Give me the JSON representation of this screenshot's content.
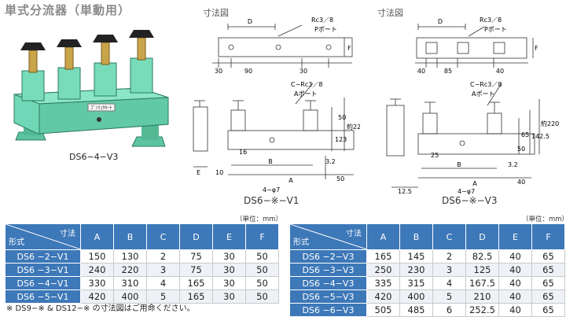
{
  "title": "単式分流器（単動用）",
  "photo": {
    "caption": "DS6−4−V3",
    "label_plate": "ﾌﾞﾝﾘｭｳｷｰﾄ"
  },
  "drawing_v1": {
    "section_label": "寸法図",
    "caption": "DS6−※−V1",
    "dims": {
      "D": "D",
      "rc": "Rc3／8",
      "pport": "Pポート",
      "F": "F",
      "d30a": "30",
      "d90": "90",
      "d30b": "30",
      "crc": "C−Rc3／8",
      "aport": "Aポート",
      "d50a": "50",
      "d123": "123",
      "phi220": "約220",
      "d16": "16",
      "B": "B",
      "A": "A",
      "E": "E",
      "d10": "10",
      "d3_2": "3.2",
      "d50b": "50",
      "phi7": "4−φ7"
    }
  },
  "drawing_v3": {
    "section_label": "寸法図",
    "caption": "DS6−※−V3",
    "dims": {
      "D": "D",
      "rc": "Rc3／8",
      "pport": "Pポート",
      "F": "F",
      "d40a": "40",
      "d85": "85",
      "d40b": "40",
      "crc": "C−Rc3／8",
      "aport": "Aポート",
      "d65": "65",
      "d50": "50",
      "d142_5": "142.5",
      "phi220": "約220",
      "d25": "25",
      "B": "B",
      "A": "A",
      "d12_5": "12.5",
      "d3_2": "3.2",
      "d40c": "40",
      "phi7": "4−φ7"
    }
  },
  "table_v1": {
    "unit": "（単位：mm）",
    "corner_top": "寸法",
    "corner_bottom": "形式",
    "columns": [
      "A",
      "B",
      "C",
      "D",
      "E",
      "F"
    ],
    "rows": [
      {
        "model": "DS6 −2−V1",
        "values": [
          "150",
          "130",
          "2",
          "75",
          "30",
          "50"
        ]
      },
      {
        "model": "DS6 −3−V1",
        "values": [
          "240",
          "220",
          "3",
          "75",
          "30",
          "50"
        ]
      },
      {
        "model": "DS6 −4−V1",
        "values": [
          "330",
          "310",
          "4",
          "165",
          "30",
          "50"
        ]
      },
      {
        "model": "DS6 −5−V1",
        "values": [
          "420",
          "400",
          "5",
          "165",
          "30",
          "50"
        ]
      }
    ]
  },
  "table_v3": {
    "unit": "（単位：mm）",
    "corner_top": "寸法",
    "corner_bottom": "形式",
    "columns": [
      "A",
      "B",
      "C",
      "D",
      "E",
      "F"
    ],
    "rows": [
      {
        "model": "DS6 −2−V3",
        "values": [
          "165",
          "145",
          "2",
          "82.5",
          "40",
          "65"
        ]
      },
      {
        "model": "DS6 −3−V3",
        "values": [
          "250",
          "230",
          "3",
          "125",
          "40",
          "65"
        ]
      },
      {
        "model": "DS6 −4−V3",
        "values": [
          "335",
          "315",
          "4",
          "167.5",
          "40",
          "65"
        ]
      },
      {
        "model": "DS6 −5−V3",
        "values": [
          "420",
          "400",
          "5",
          "210",
          "40",
          "65"
        ]
      },
      {
        "model": "DS6 −6−V3",
        "values": [
          "505",
          "485",
          "6",
          "252.5",
          "40",
          "65"
        ]
      }
    ]
  },
  "note": "※ DS9−※ & DS12−※ の寸法図はご用命ください。",
  "colors": {
    "header_blue": "#3d78b8",
    "body_green": "#6fd6b4",
    "title_gray": "#8a8a8a"
  }
}
